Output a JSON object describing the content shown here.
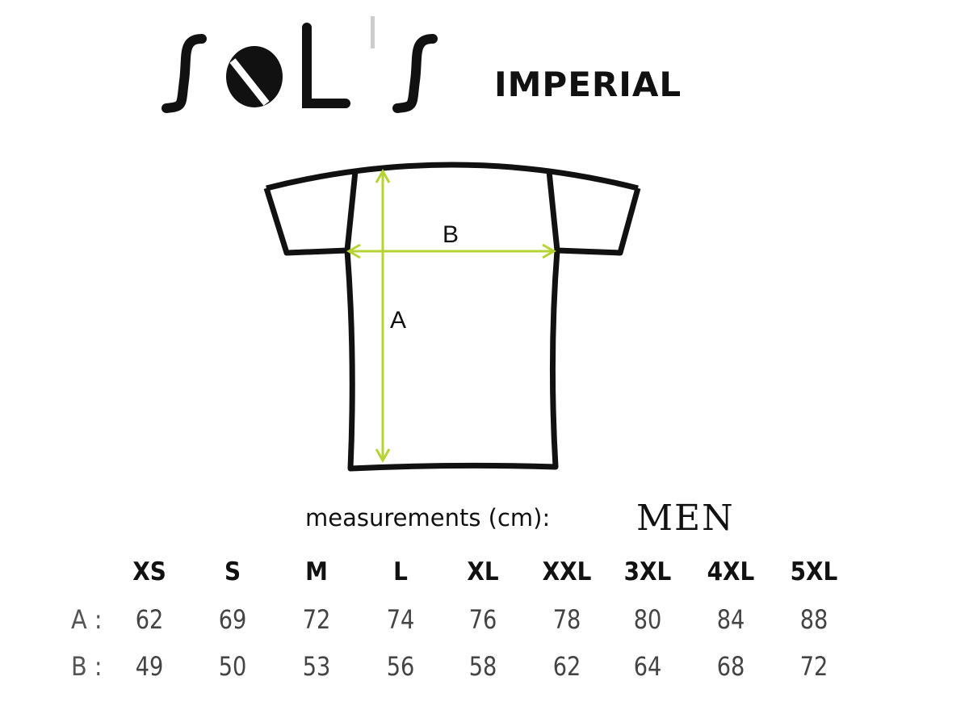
{
  "brand": {
    "logo_text": "SOL'S",
    "subtitle": "IMPERIAL"
  },
  "diagram": {
    "label_a": "A",
    "label_b": "B",
    "arrow_color": "#b5d334",
    "outline_color": "#111111"
  },
  "measurements_label": "measurements (cm):",
  "category": "MEN",
  "table": {
    "sizes": [
      "XS",
      "S",
      "M",
      "L",
      "XL",
      "XXL",
      "3XL",
      "4XL",
      "5XL"
    ],
    "rows": [
      {
        "label": "A :",
        "values": [
          "62",
          "69",
          "72",
          "74",
          "76",
          "78",
          "80",
          "84",
          "88"
        ]
      },
      {
        "label": "B :",
        "values": [
          "49",
          "50",
          "53",
          "56",
          "58",
          "62",
          "64",
          "68",
          "72"
        ]
      }
    ]
  }
}
